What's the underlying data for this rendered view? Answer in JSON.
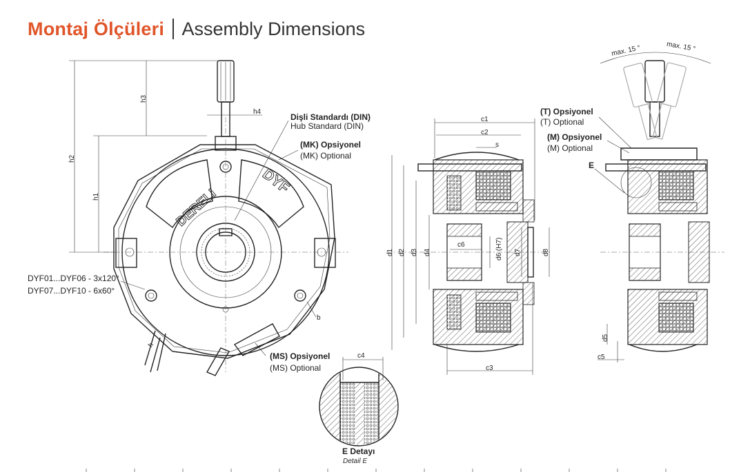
{
  "header": {
    "title_tr": "Montaj Ölçüleri",
    "title_en": "Assembly Dimensions"
  },
  "callouts": {
    "hub_standard_tr": "Dişli Standardı (DIN)",
    "hub_standard_en": "Hub Standard (DIN)",
    "mk_tr": "(MK) Opsiyonel",
    "mk_en": "(MK) Optional",
    "ms_tr": "(MS) Opsiyonel",
    "ms_en": "(MS) Optional",
    "t_tr": "(T) Opsiyonel",
    "t_en": "(T) Optional",
    "m_tr": "(M) Opsiyonel",
    "m_en": "(M) Optional",
    "bolts_1": "DYF01...DYF06 - 3x120°",
    "bolts_2": "DYF07...DYF10 - 6x60°",
    "detail_tr": "E Detayı",
    "detail_en": "Detail E",
    "max_left": "max. 15 °",
    "max_right": "max. 15 °",
    "e_marker": "E"
  },
  "brand": {
    "left": "DERELI",
    "right": "DYF"
  },
  "dimensions": {
    "h1": "h1",
    "h2": "h2",
    "h3": "h3",
    "h4": "h4",
    "h": "h",
    "b": "b",
    "c1": "c1",
    "c2": "c2",
    "c3": "c3",
    "c4": "c4",
    "c5": "c5",
    "c6": "c6",
    "s": "s",
    "d1": "d1",
    "d2": "d2",
    "d3": "d3",
    "d4": "d4",
    "d5": "d5",
    "d6": "d6 (H7)",
    "d7": "d7",
    "d8": "d8"
  },
  "colors": {
    "accent": "#e0552a",
    "line": "#222222"
  }
}
